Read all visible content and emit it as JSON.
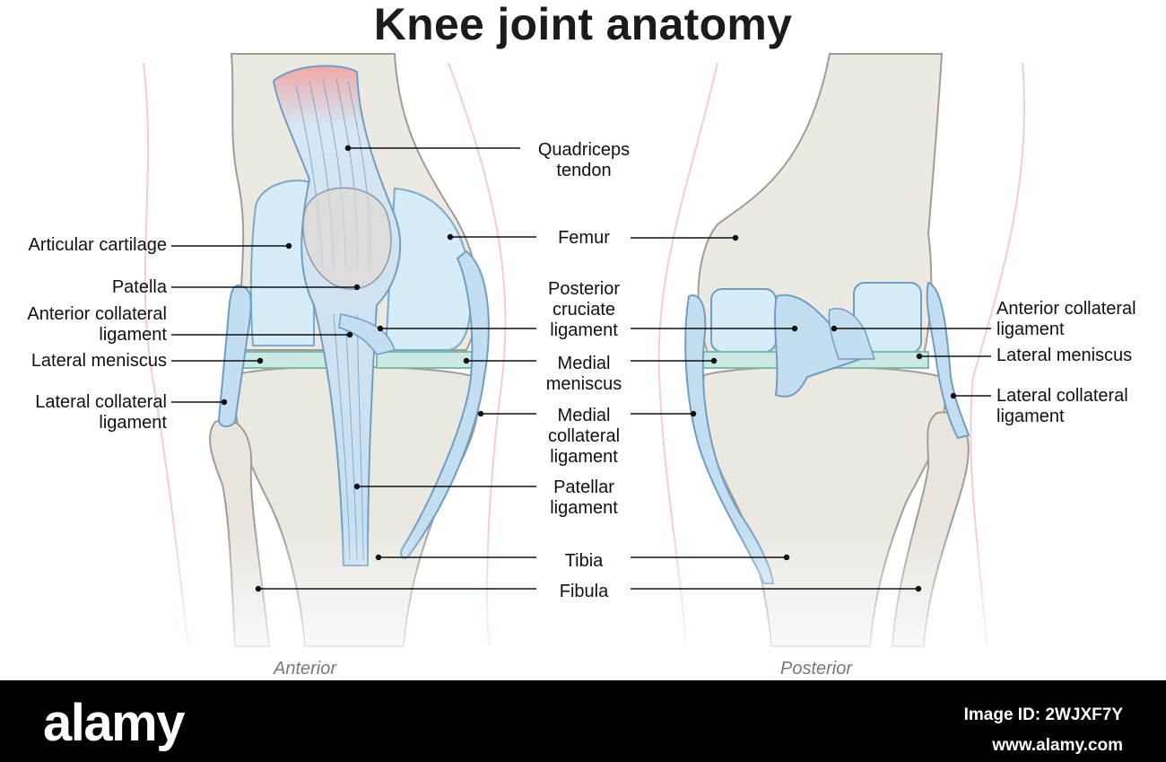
{
  "title": "Knee joint anatomy",
  "views": {
    "anterior_caption": "Anterior",
    "posterior_caption": "Posterior"
  },
  "labels": {
    "quadriceps_tendon": "Quadriceps\ntendon",
    "articular_cartilage": "Articular cartilage",
    "femur": "Femur",
    "patella": "Patella",
    "posterior_cruciate_ligament": "Posterior\ncruciate\nligament",
    "anterior_collateral_ligament_left": "Anterior collateral\nligament",
    "anterior_collateral_ligament_right": "Anterior collateral\nligament",
    "lateral_meniscus_left": "Lateral meniscus",
    "lateral_meniscus_right": "Lateral meniscus",
    "medial_meniscus": "Medial\nmeniscus",
    "lateral_collateral_ligament_left": "Lateral collateral\nligament",
    "lateral_collateral_ligament_right": "Lateral collateral\nligament",
    "medial_collateral_ligament": "Medial\ncollateral\nligament",
    "patellar_ligament": "Patellar\nligament",
    "tibia": "Tibia",
    "fibula": "Fibula"
  },
  "stock_bar": {
    "brand": "alamy",
    "image_id": "Image ID: 2WJXF7Y",
    "site": "www.alamy.com"
  },
  "colors": {
    "bone": "#ece8e2",
    "bone_outline": "#9b9690",
    "ligament": "#bfdcef",
    "ligament_line": "#6f9ec4",
    "cartilage": "#d9eefa",
    "meniscus": "#cbe9e3",
    "muscle_top": "#f1b7b4",
    "leader": "#111111",
    "stock_bar": "#000000"
  }
}
